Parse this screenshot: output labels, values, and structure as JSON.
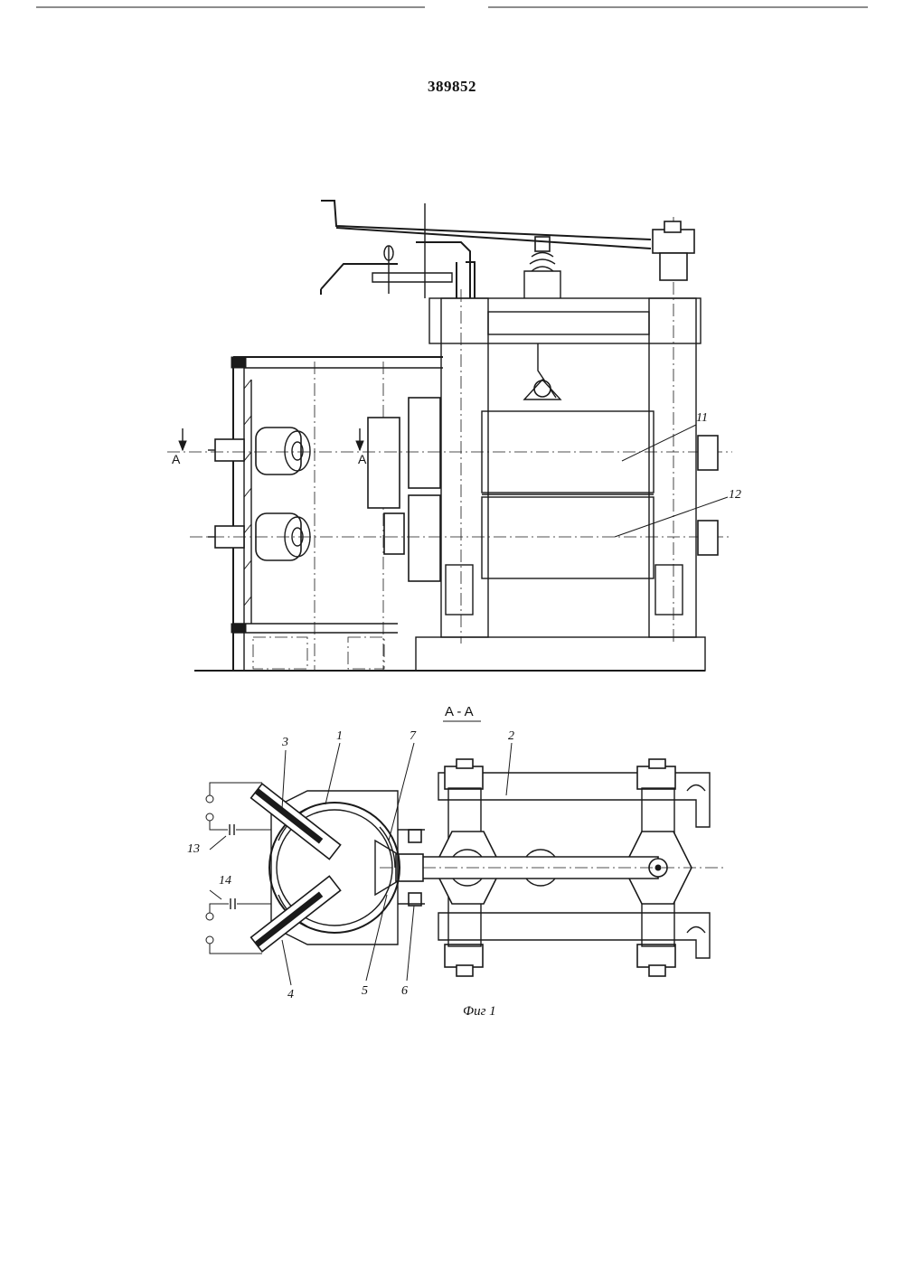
{
  "header": {
    "patent_number": "389852"
  },
  "top_view": {
    "section_marks": [
      "A",
      "A"
    ],
    "labels": [
      "11",
      "12"
    ]
  },
  "section_view": {
    "title": "A - A",
    "labels": [
      "3",
      "1",
      "7",
      "2",
      "13",
      "14",
      "4",
      "5",
      "6"
    ]
  },
  "caption": "Фиг 1"
}
